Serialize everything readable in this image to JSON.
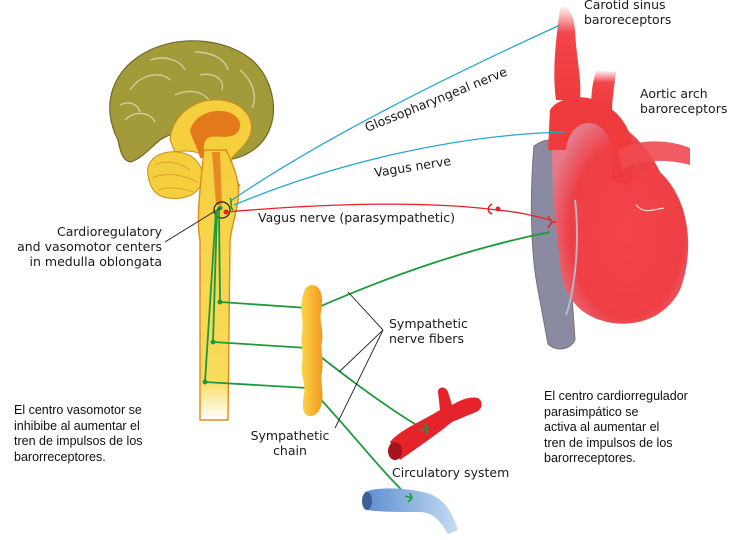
{
  "diagram": {
    "title": "Baroreceptor reflex control of heart and blood vessels",
    "labels": {
      "carotid_sinus": "Carotid sinus\nbaroreceptors",
      "carotid_sinus_line1": "Carotid sinus",
      "carotid_sinus_line2": "baroreceptors",
      "aortic_arch_line1": "Aortic arch",
      "aortic_arch_line2": "baroreceptors",
      "glossopharyngeal": "Glossopharyngeal nerve",
      "vagus": "Vagus nerve",
      "vagus_parasympathetic": "Vagus nerve (parasympathetic)",
      "centers_line1": "Cardioregulatory",
      "centers_line2": "and vasomotor centers",
      "centers_line3": "in medulla oblongata",
      "symp_fibers_line1": "Sympathetic",
      "symp_fibers_line2": "nerve fibers",
      "symp_chain_line1": "Sympathetic",
      "symp_chain_line2": "chain",
      "circulatory": "Circulatory system"
    },
    "notes": {
      "left": "El centro vasomotor se\ninhibibe al aumentar el\ntren de impulsos de los\nbarorreceptores.",
      "right": "El centro cardiorregulador\nparasimpático se\nactiva al aumentar el\ntren de impulsos de los\nbarorreceptores."
    },
    "colors": {
      "sensory_nerve": "#2aa8cc",
      "parasympathetic_nerve": "#e8202a",
      "sympathetic_nerve": "#1e9a3c",
      "brain_cortex": "#a39a3a",
      "brainstem": "#f7d44a",
      "heart": "#ef3b3b",
      "artery": "#e5232b",
      "vein": "#6f9fd8",
      "vena_cava": "#8a8aa0"
    }
  }
}
